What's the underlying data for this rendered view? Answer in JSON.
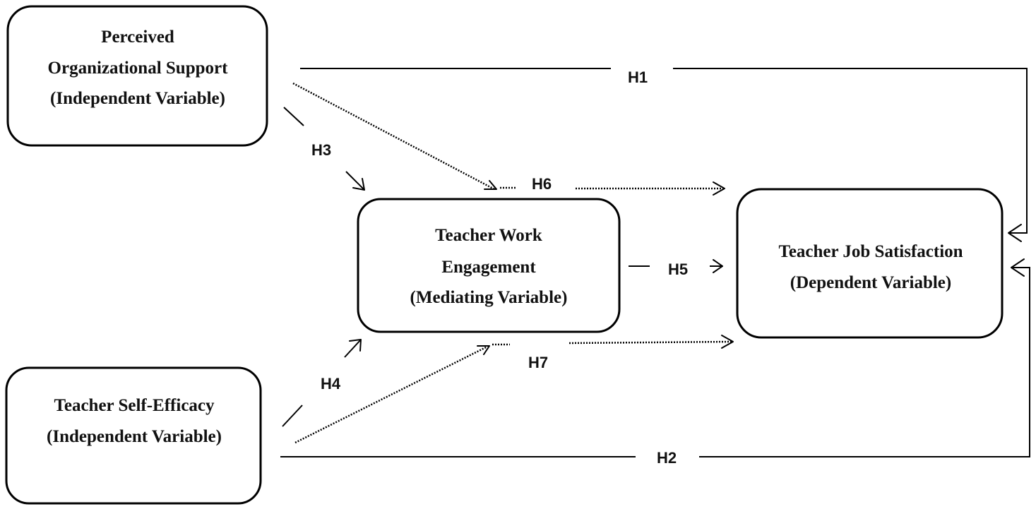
{
  "nodes": {
    "pos": {
      "line1": "Perceived",
      "line2": "Organizational Support",
      "line3": "(Independent Variable)"
    },
    "tse": {
      "line1": "Teacher Self-Efficacy",
      "line2": "(Independent Variable)"
    },
    "twe": {
      "line1": "Teacher Work",
      "line2": "Engagement",
      "line3": "(Mediating Variable)"
    },
    "tjs": {
      "line1": "Teacher Job Satisfaction",
      "line2": "(Dependent Variable)"
    }
  },
  "hypotheses": {
    "h1": "H1",
    "h2": "H2",
    "h3": "H3",
    "h4": "H4",
    "h5": "H5",
    "h6": "H6",
    "h7": "H7"
  }
}
